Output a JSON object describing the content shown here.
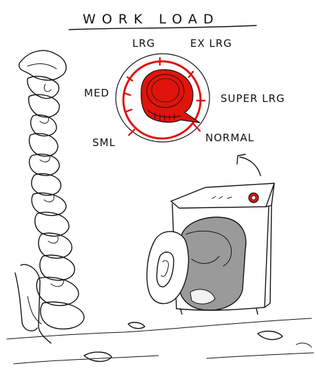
{
  "title": "WORK LOAD",
  "dial": {
    "labels": {
      "lrg": "LRG",
      "ex_lrg": "EX LRG",
      "med": "MED",
      "super_lrg": "SUPER LRG",
      "sml": "SML",
      "normal": "NORMAL"
    },
    "accent_color": "#e0140c"
  },
  "colors": {
    "ink": "#111111",
    "drum_interior": "#9a9a9a",
    "background": "#ffffff"
  },
  "icons": {
    "pointer": "curved-arrow-icon",
    "laundry_pile": "laundry-pile-icon",
    "washer": "washing-machine-icon"
  }
}
